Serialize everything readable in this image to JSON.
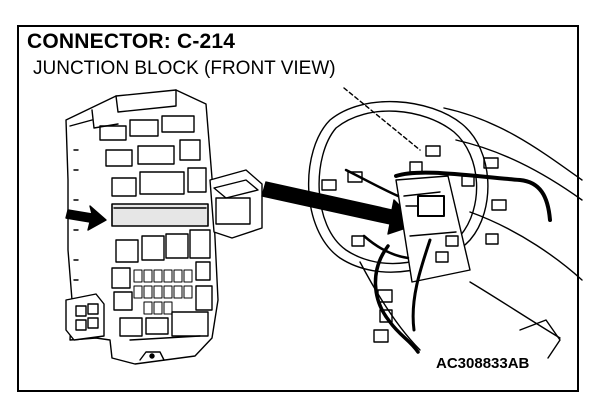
{
  "figure": {
    "title": "CONNECTOR: C-214",
    "subtitle": "JUNCTION BLOCK (FRONT VIEW)",
    "figure_code": "AC308833AB"
  }
}
